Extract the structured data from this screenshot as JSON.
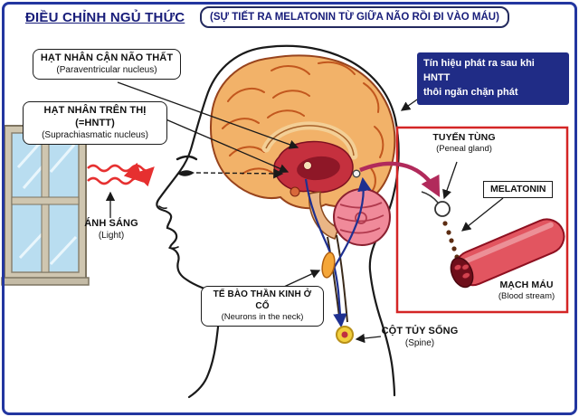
{
  "title": "ĐIỀU CHỈNH NGỦ THỨC",
  "subtitle": "(SỰ TIẾT RA MELATONIN TỪ GIỮA NÃO RỒI ĐI VÀO MÁU)",
  "annotations": {
    "paraventricular": {
      "primary": "HẠT NHÂN CẬN NÃO THẤT",
      "secondary": "(Paraventricular nucleus)"
    },
    "suprachiasmatic": {
      "primary": "HẠT NHÂN TRÊN THỊ  (=HNTT)",
      "secondary": "(Suprachiasmatic nucleus)"
    },
    "signal_note": {
      "line1": "Tín hiệu phát ra sau khi HNTT",
      "line2": "thôi ngăn chặn phát"
    },
    "light": {
      "primary": "ÁNH SÁNG",
      "secondary": "(Light)"
    },
    "neck_neurons": {
      "primary": "TẾ BÀO THẦN KINH Ở CỔ",
      "secondary": "(Neurons in the neck)"
    },
    "spine": {
      "primary": "CỘT TỦY SỐNG",
      "secondary": "(Spine)"
    },
    "pineal": {
      "primary": "TUYẾN TÙNG",
      "secondary": "(Peneal gland)"
    },
    "melatonin": "MELATONIN",
    "blood": {
      "primary": "MẠCH MÁU",
      "secondary": "(Blood stream)"
    }
  },
  "colors": {
    "frame": "#2236a0",
    "title_text": "#181d7a",
    "signal_box_bg": "#202c86",
    "detail_box_border": "#d42525",
    "light_ray": "#e63030",
    "brain_cortex": "#f2b269",
    "brain_core": "#c5303e",
    "cerebellum": "#f08a9a",
    "blood_vessel": "#e25560",
    "nerve_pathway": "#1e3090",
    "melatonin_arrow": "#b12a5b"
  }
}
